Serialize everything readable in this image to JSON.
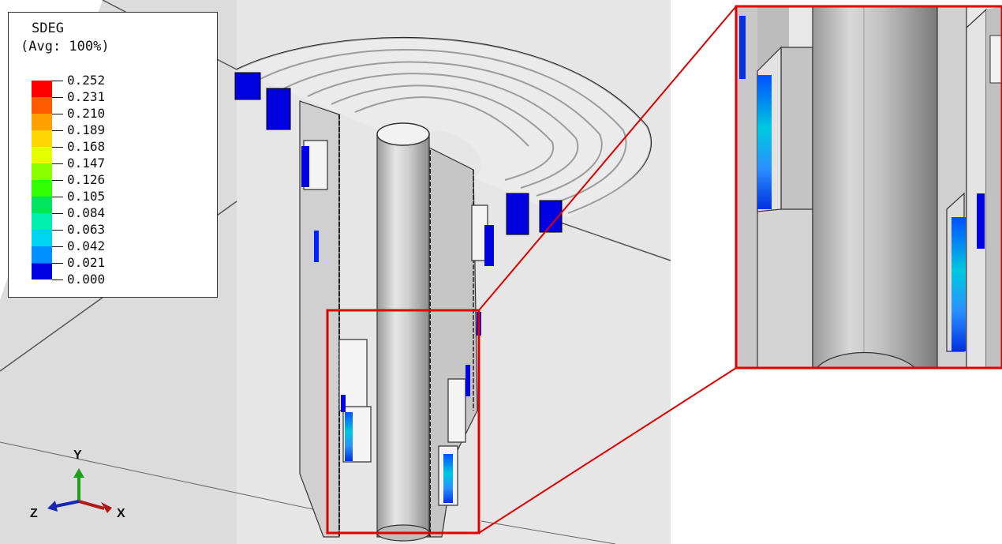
{
  "legend": {
    "variable": "SDEG",
    "averaging": "(Avg: 100%)",
    "bands": [
      {
        "value": "0.252",
        "color": "#ff0000"
      },
      {
        "value": "0.231",
        "color": "#ff5a00"
      },
      {
        "value": "0.210",
        "color": "#ffa000"
      },
      {
        "value": "0.189",
        "color": "#ffd400"
      },
      {
        "value": "0.168",
        "color": "#e6ff00"
      },
      {
        "value": "0.147",
        "color": "#8aff00"
      },
      {
        "value": "0.126",
        "color": "#2fff00"
      },
      {
        "value": "0.105",
        "color": "#00e460"
      },
      {
        "value": "0.084",
        "color": "#00f0b0"
      },
      {
        "value": "0.063",
        "color": "#00d4f0"
      },
      {
        "value": "0.042",
        "color": "#0090ff"
      },
      {
        "value": "0.021",
        "color": "#0050ff"
      },
      {
        "value": "0.000",
        "color": "#0000e0"
      }
    ]
  },
  "triad": {
    "y": "Y",
    "z": "Z",
    "x": "X"
  },
  "colors": {
    "highlight": "#e00000",
    "body": "#d9d9d9",
    "damage_low": "#0000e0"
  }
}
